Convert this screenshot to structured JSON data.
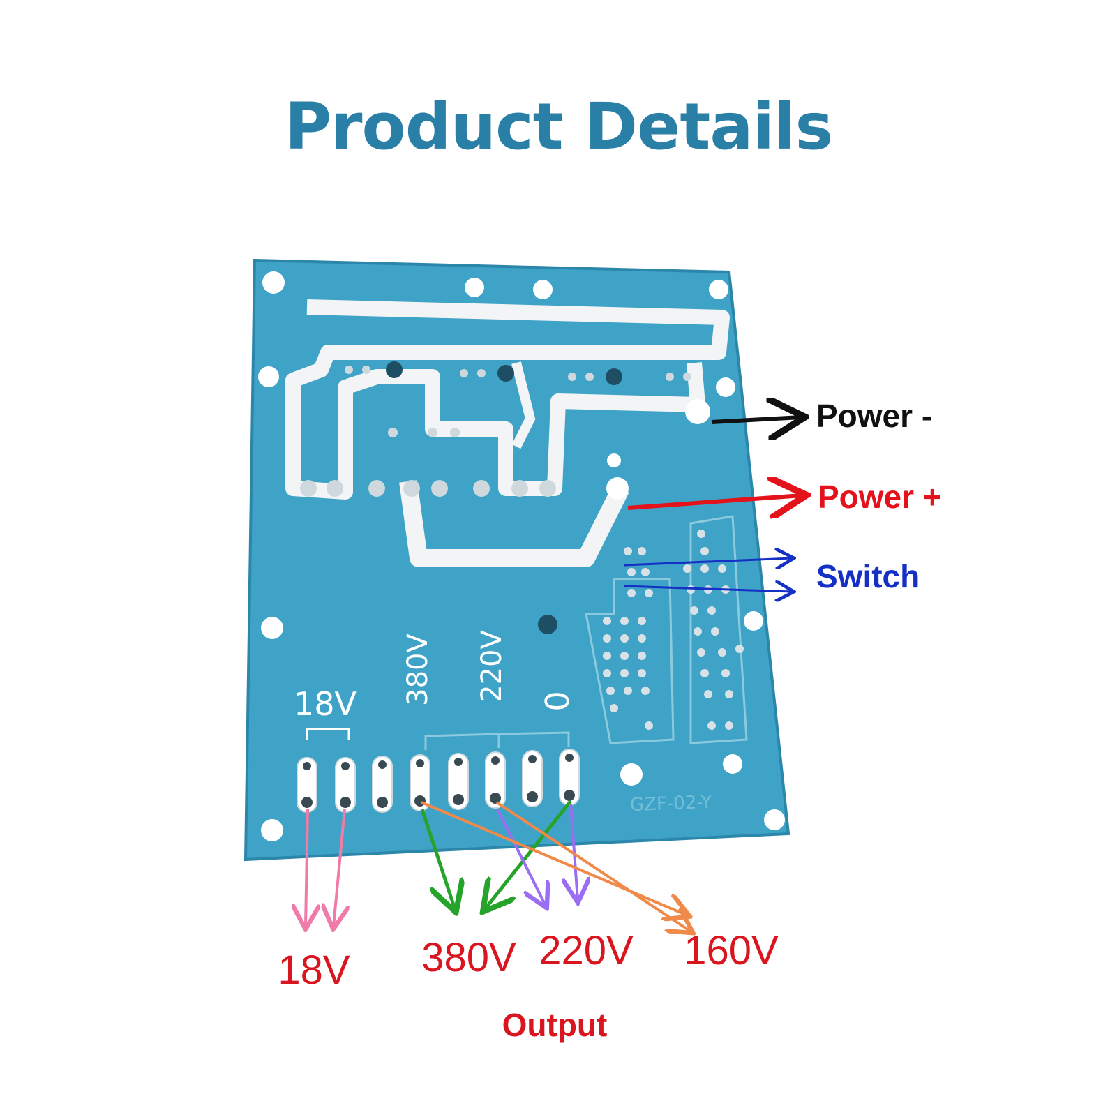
{
  "title": "Product Details",
  "colors": {
    "title": "#2a7fa6",
    "pcb": "#3fa3c7",
    "pcb_dark": "#2b86aa",
    "power_minus": "#111111",
    "power_plus": "#e3121b",
    "switch": "#1530c4",
    "output_labels": "#d9161f",
    "arrow_18v": "#f07aa8",
    "arrow_380v": "#26a32a",
    "arrow_220v": "#9a6ef2",
    "arrow_160v": "#f08a4b"
  },
  "board": {
    "terminal_labels": [
      "18V",
      "380V",
      "220V",
      "0"
    ],
    "model": "GZF-02-Y"
  },
  "callouts": {
    "power_minus": "Power -",
    "power_plus": "Power +",
    "switch": "Switch"
  },
  "outputs": {
    "v18": "18V",
    "v380": "380V",
    "v220": "220V",
    "v160": "160V",
    "caption": "Output"
  }
}
